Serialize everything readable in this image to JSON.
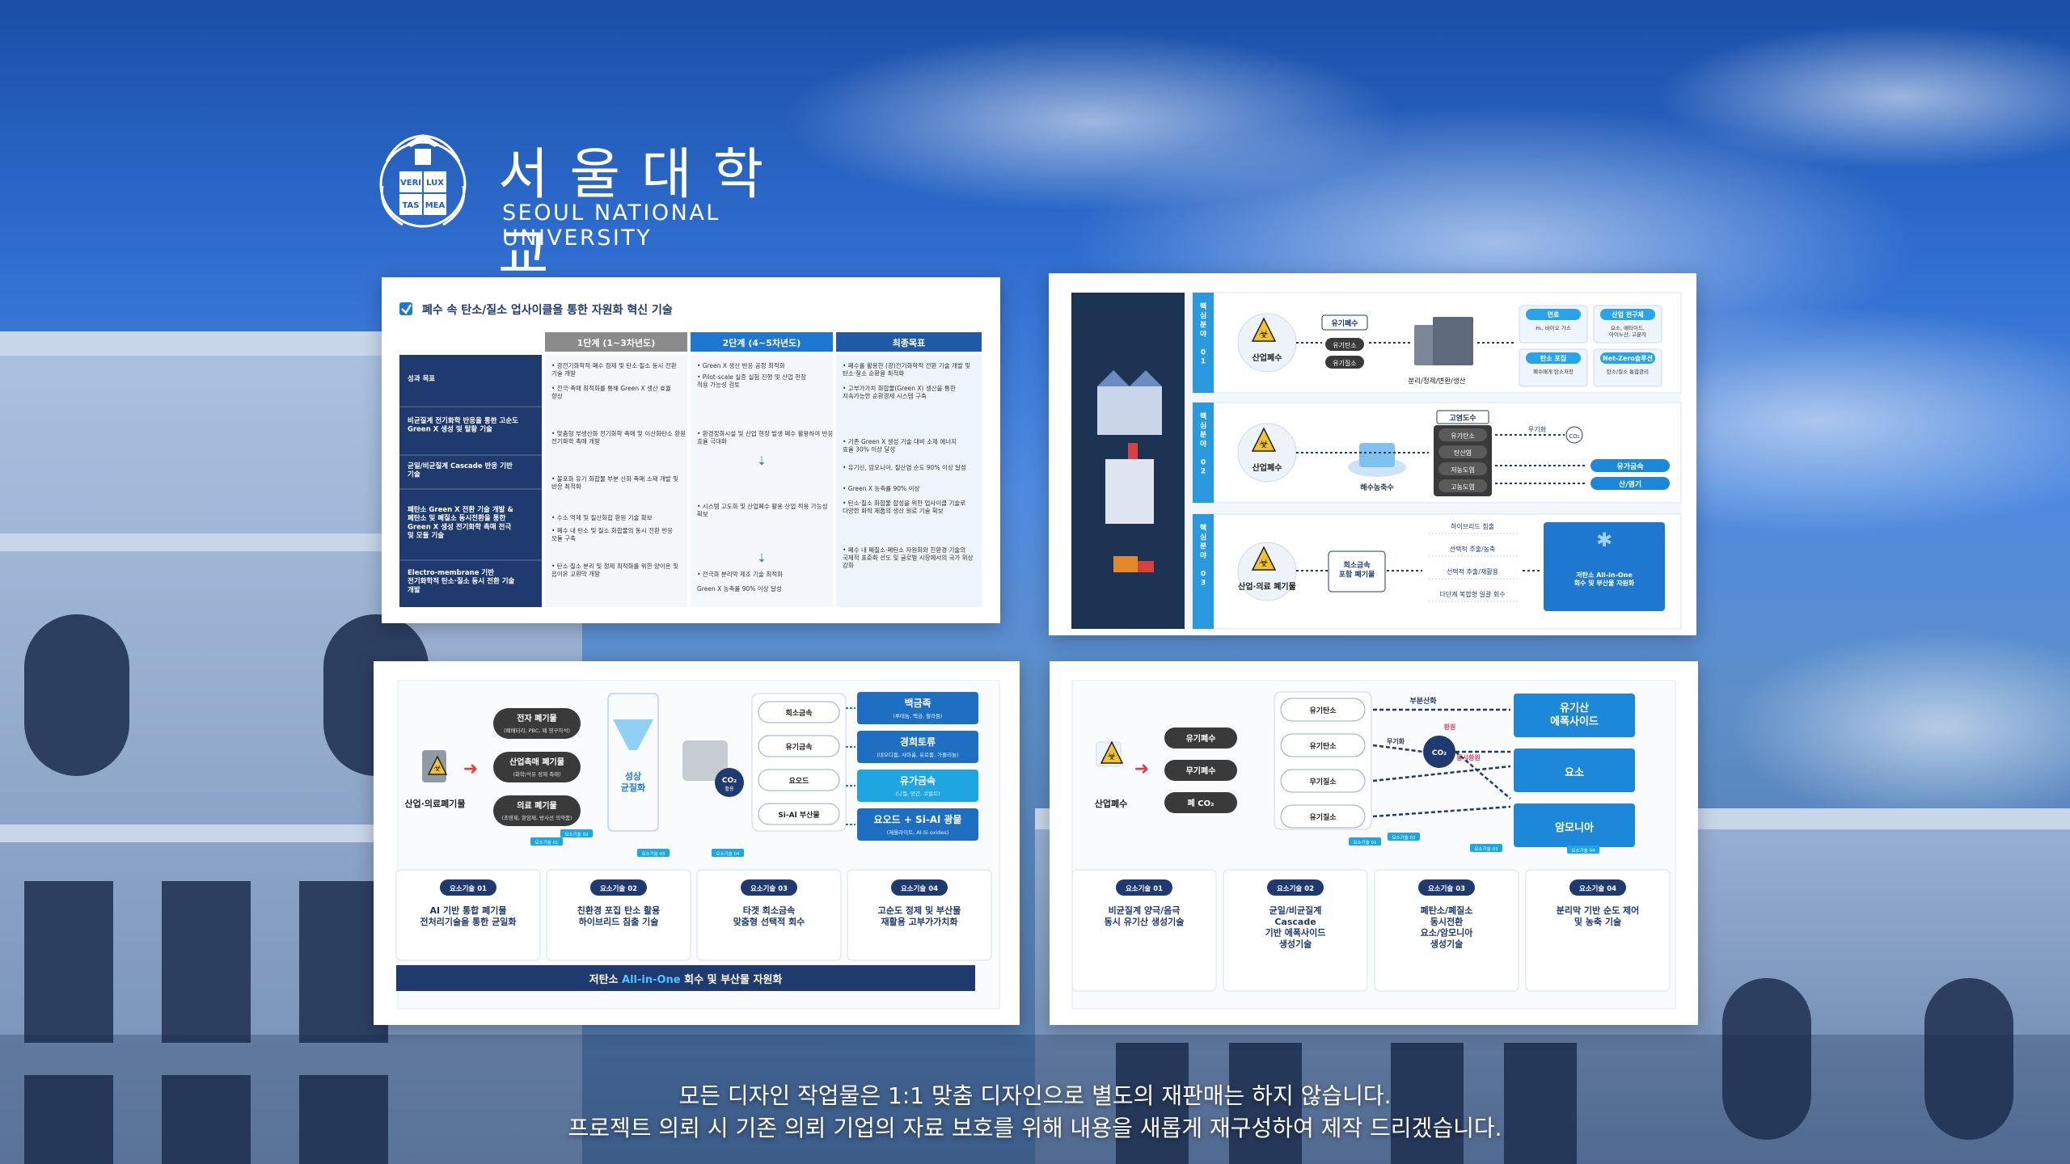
{
  "logo": {
    "korean": "서울대학교",
    "english": "SEOUL NATIONAL UNIVERSITY",
    "emblem": [
      "VERI",
      "LUX",
      "TAS",
      "MEA"
    ]
  },
  "caption": {
    "line1": "모든 디자인 작업물은 1:1 맞춤 디자인으로 별도의 재판매는 하지 않습니다.",
    "line2": "프로젝트 의뢰 시 기존 의뢰 기업의 자료 보호를 위해 내용을 새롭게 재구성하여 제작 드리겠습니다."
  },
  "card1": {
    "title": "폐수 속 탄소/질소 업사이클을 통한 자원화 혁신 기술",
    "columns": [
      "1단계 (1~3차년도)",
      "2단계 (4~5차년도)",
      "최종목표"
    ],
    "row_labels": [
      "성과 목표",
      "비균질계 전기화학 반응을 통한 고순도 Green X 생성 및 탈황 기술",
      "균일/비균질계 Cascade 반응 기반 기술",
      "폐탄소 Green X 전환 기술 개발 & 폐탄소 및 폐질소 동시전환을 통한 Green X 생성 전기화학 촉매 전극 및 모듈 기술",
      "Electro-membrane 기반 전기화학적 탄소·질소 동시 전환 기술 개발"
    ],
    "col1": [
      "• 광전기화학적 폐수 정제 및 탄소·질소 동시 전환 기술 개발",
      "• 전극·촉매 최적화를 통해 Green X 생산 효율 향상",
      "• 맞춤형 부생산화 전기화학 촉매 및 이산화탄소 환원 전기화학 촉매 개발",
      "• 불포화 유기 화합물 부분 산화 촉매 소재 개발 및 반응 최적화",
      "• 수소 억제 및 질산화합 환원 기술 확보",
      "• 폐수 내 탄소 및 질소 화합물의 동시 전환 반응 모듈 구축",
      "• 탄소·질소 분리 및 정제 최적화를 위한 양이온 및 음이온 교환막 개발"
    ],
    "col2": [
      "• Green X 생산 반응 공정 최적화",
      "• Pilot-scale 실증 실험 진행 및 산업 현장 적용 가능성 검토",
      "• 환경정화시설 및 산업 현장 발생 폐수 활용하여 반응 효율 극대화",
      "• 시스템 고도화 및 산업폐수 활용 산업 적용 가능성 확보",
      "• 전극화 분리막 제조 기술 최적화",
      "Green X 농축률 90% 이상 달성"
    ],
    "col3": [
      "• 폐수를 활용한 (광)전기화학적 전환 기술 개발 및 탄소·질소 순환을 최적화",
      "• 고부가가치 화합물(Green X) 생산을 통한 지속가능한 순환경제 시스템 구축",
      "• 기존 Green X 생성 기술 대비 소제 에너지 효율 30% 이상 달성",
      "• 유기산, 암모니아, 질산염 순도 90% 이상 달성",
      "• Green X 농축률 90% 이상",
      "• 탄소·질소 화합물 합성을 위한 업사이클 기술로 다양한 화학 제품의 생산 원료 기술 확보",
      "• 폐수 내 폐질소·폐탄소 자원화와 친환경 기술의 국제적 표준화 선도 및 글로벌 시장에서의 국가 위상 강화"
    ]
  },
  "card2": {
    "rows": [
      {
        "tag": "핵심분야 01",
        "source": "산업폐수",
        "mid_title": "유기폐수",
        "mid_items": [
          "유기탄소",
          "유기질소"
        ],
        "process": "분리/정제/변환/생산",
        "out1_t": "연료",
        "out1_s": "H₂, 바이오 가스",
        "out2_t": "산업 전구체",
        "out2_s": "요소, 메타이드, 아이노산, 고분자",
        "out3_t": "탄소 포집",
        "out3_s": "폐수매개 탄소저장",
        "out4_t": "Net-Zero솔루션",
        "out4_s": "탄소/질소 통합관리"
      },
      {
        "tag": "핵심분야 02",
        "source": "산업폐수",
        "extra": "해수농축수",
        "stack_title": "고염도수",
        "stack": [
          "유기탄소",
          "탄산염",
          "저농도염",
          "고농도염"
        ],
        "inorganic": "무기화",
        "co2": "CO₂",
        "out1": "유가금속",
        "out2": "산/염기"
      },
      {
        "tag": "핵심분야 03",
        "source": "산업·의료 폐기물",
        "mid": "희소금속 포함 폐기물",
        "opts": [
          "하이브리드 침출",
          "선택적 추출/농축",
          "선택적 추출/재활용",
          "다단계 복합형 일괄 회수"
        ],
        "result": "저탄소 All-in-One 회수 및 부산물 자원화"
      }
    ]
  },
  "card3": {
    "source": "산업·의료폐기물",
    "inputs": [
      {
        "t": "전자 폐기물",
        "s": "(폐배터리, PBC, 폐 영구자석)"
      },
      {
        "t": "산업촉매 폐기물",
        "s": "(화학/석유 정제 촉매)"
      },
      {
        "t": "의료 폐기물",
        "s": "(조영제, 항암제, 방사선 의약품)"
      }
    ],
    "funnel": "성상 균질화",
    "co2": "CO₂ 활용",
    "metals": [
      "희소금속",
      "유기금속",
      "요오드",
      "Si-Al 부산물"
    ],
    "outputs": [
      {
        "t": "백금족",
        "s": "(루테늄, 백금, 팔라듐)"
      },
      {
        "t": "경희토류",
        "s": "(네오디뮴, 사마륨, 유로퓸, 가돌리늄)"
      },
      {
        "t": "유가금속",
        "s": "(니켈, 망간, 코발트)"
      },
      {
        "t": "요오드 + Si-Al 광물",
        "s": "(제올라이트, Al-Si oxides)"
      }
    ],
    "tech_tags": [
      "요소기술 01",
      "요소기술 02",
      "요소기술 03",
      "요소기술 04"
    ],
    "techs": [
      {
        "tag": "요소기술 01",
        "t": "AI 기반 통합 폐기물\n전처리기술을 통한 균일화"
      },
      {
        "tag": "요소기술 02",
        "t": "친환경 포집 탄소 활용\n하이브리드 침출 기술"
      },
      {
        "tag": "요소기술 03",
        "t": "타겟 희소금속\n맞춤형 선택적 회수"
      },
      {
        "tag": "요소기술 04",
        "t": "고순도 정제 및 부산물\n재활용 고부가가치화"
      }
    ],
    "footer_a": "저탄소 ",
    "footer_b": "All-in-One",
    "footer_c": " 회수 및 부산물 자원화"
  },
  "card4": {
    "source": "산업폐수",
    "inputs": [
      "유기폐수",
      "무기폐수",
      "폐 CO₂"
    ],
    "mids": [
      "유기탄소",
      "유기탄소",
      "무기질소",
      "유기질소"
    ],
    "labels": {
      "partial": "부분산화",
      "inorganic": "무기화",
      "reduce": "환원",
      "co_reduce": "동시환원",
      "co2": "CO₂"
    },
    "outputs": [
      "유기산\n에폭사이드",
      "요소",
      "암모니아"
    ],
    "tech_tags": [
      "요소기술 01",
      "요소기술 02",
      "요소기술 03",
      "요소기술 04"
    ],
    "techs": [
      {
        "tag": "요소기술 01",
        "t": "비균질계 양극/음극\n동시 유기산 생성기술"
      },
      {
        "tag": "요소기술 02",
        "t": "균일/비균질계\nCascade\n기반 에폭사이드\n생성기술"
      },
      {
        "tag": "요소기술 03",
        "t": "폐탄소/폐질소\n동시전환\n요소/암모니아\n생성기술"
      },
      {
        "tag": "요소기술 04",
        "t": "분리막 기반 순도 제어\n및 농축 기술"
      }
    ]
  },
  "colors": {
    "navy": "#1e3a6e",
    "blue": "#1e78d0",
    "cyan": "#1ea6e0",
    "grey": "#3a3a3a"
  }
}
